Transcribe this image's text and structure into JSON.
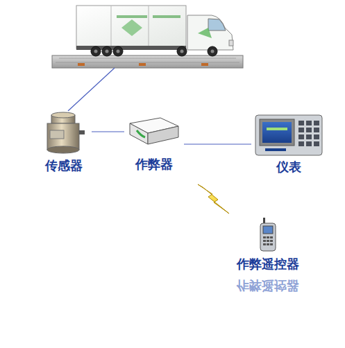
{
  "diagram": {
    "nodes": [
      {
        "text": [
          "传感器"
        ]
      },
      {
        "text": [
          "作弊器"
        ]
      },
      {
        "text": [
          "仪表"
        ]
      },
      {
        "text": [
          "作弊遥控器"
        ]
      }
    ],
    "edges": [
      {
        "from": 0,
        "to": 1,
        "arrow": "none"
      },
      {
        "from": 1,
        "to": 2,
        "arrow": "none"
      }
    ],
    "labels": [
      "作弊遥控器"
    ]
  }
}
